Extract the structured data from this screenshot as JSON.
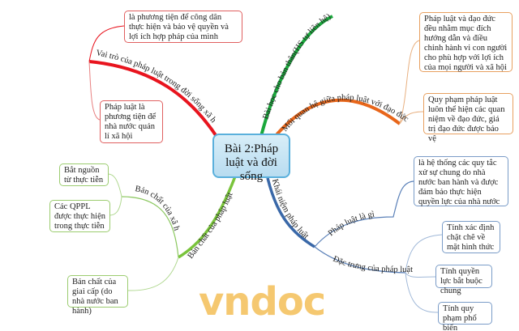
{
  "watermark": "vndoc",
  "center": {
    "title": "Bài 2:Pháp luật và đời sống"
  },
  "branches": {
    "role": {
      "label": "Vai trò của pháp luật trong đời sống xã hội",
      "color": "#e8141e",
      "items": [
        "là phương tiện để công dân thực hiện và bảo vệ quyền và lợi ích hợp pháp của mình",
        "Pháp luật là phương tiện để nhà nước quản lí xã hội"
      ]
    },
    "lesson": {
      "label": "Bài học cho bản thân(HS tự liên hệ)",
      "color": "#1aa83c"
    },
    "relation": {
      "label": "Mối quan hệ giữa pháp luật với đạo đức",
      "color": "#e8661a",
      "items": [
        "Pháp luật và đạo đức đều nhằm mục đích hướng dẫn và điều chỉnh hành vi con người cho phù hợp với lợi ích của mọi người và xã hội",
        "Quy phạm pháp luật luôn thể hiện các quan niệm về đạo đức, giá trị đạo đức được bảo vệ"
      ]
    },
    "concept": {
      "label": "Khái niệm pháp luật",
      "color": "#3a68a8",
      "what": {
        "label": "Pháp luật là gì",
        "items": [
          "là hệ thống các quy tắc xử sự chung do nhà nước ban hành và được đảm bảo thực hiện quyền lực của nhà nước"
        ]
      },
      "traits": {
        "label": "Đặc trưng của pháp luật",
        "items": [
          "Tính xác định chặt chẽ về mặt hình thức",
          "Tính quyền lực bắt buộc chung",
          "Tính quy phạm phổ biến"
        ]
      }
    },
    "nature": {
      "label": "Bản chất của pháp luật",
      "color": "#7ac43c",
      "social": {
        "label": "Bản chất của xã hội",
        "items": [
          "Bắt nguồn từ thực tiễn",
          "Các QPPL được thực hiện trong thực tiễn"
        ]
      },
      "class": {
        "items": [
          "Bản chất của giai cấp (do nhà nước ban hành)"
        ]
      }
    }
  }
}
